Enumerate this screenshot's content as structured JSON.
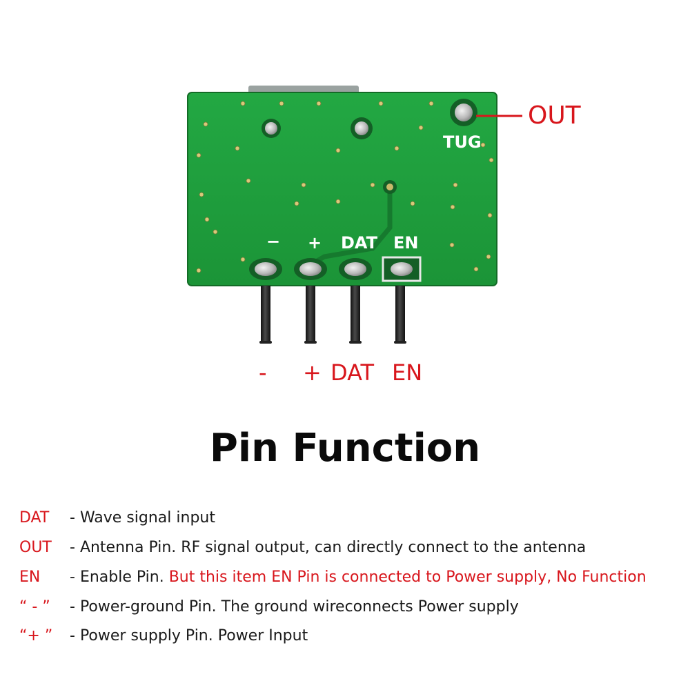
{
  "board": {
    "silk_minus": "−",
    "silk_plus": "+",
    "silk_dat": "DAT",
    "silk_en": "EN",
    "silk_tug": "TUG"
  },
  "callouts": {
    "out": "OUT"
  },
  "pin_labels": [
    "-",
    "+",
    "DAT",
    "EN"
  ],
  "title": "Pin Function",
  "rows": [
    {
      "key": "DAT",
      "sep": " - ",
      "text": "Wave signal input",
      "red": ""
    },
    {
      "key": "OUT",
      "sep": " - ",
      "text": "Antenna Pin. RF signal output, can directly connect to the antenna",
      "red": ""
    },
    {
      "key": "EN",
      "sep": " - ",
      "text": "Enable Pin. ",
      "red": "But this item EN Pin is connected to Power supply, No Function"
    },
    {
      "key": "“ - ”",
      "sep": " - ",
      "text": "Power-ground Pin. The ground wireconnects Power supply",
      "red": ""
    },
    {
      "key": "“+ ”",
      "sep": " - ",
      "text": "Power supply Pin. Power Input",
      "red": ""
    }
  ],
  "colors": {
    "pcb_green": "#1e9b3a",
    "label_red": "#d8161c",
    "text_dark": "#1a1a1a"
  }
}
